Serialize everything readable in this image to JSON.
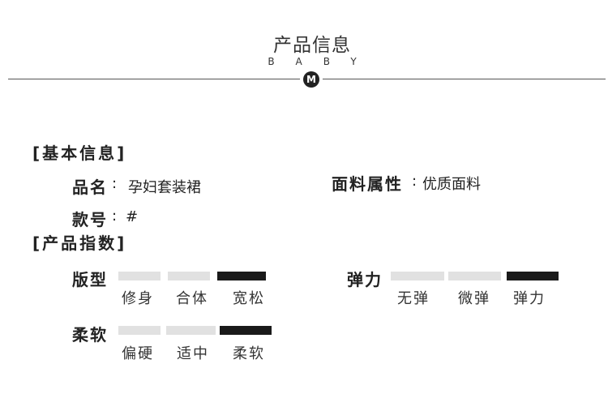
{
  "header": {
    "title": "产品信息",
    "subtitle": "BABY",
    "logo_letter": "M"
  },
  "basic": {
    "section_label": "[基本信息]",
    "name_label": "品名",
    "name_value": "孕妇套装裙",
    "fabric_label": "面料属性",
    "fabric_value": "优质面料",
    "style_label": "款号",
    "style_value": "#",
    "colon": ":"
  },
  "index": {
    "section_label": "[产品指数]",
    "fit": {
      "label": "版型",
      "options": [
        "修身",
        "合体",
        "宽松"
      ],
      "selected": 2
    },
    "elasticity": {
      "label": "弹力",
      "options": [
        "无弹",
        "微弹",
        "弹力"
      ],
      "selected": 2
    },
    "softness": {
      "label": "柔软",
      "options": [
        "偏硬",
        "适中",
        "柔软"
      ],
      "selected": 2
    }
  },
  "colors": {
    "bar_on": "#1a1a1a",
    "bar_off": "#e1e1e1"
  }
}
